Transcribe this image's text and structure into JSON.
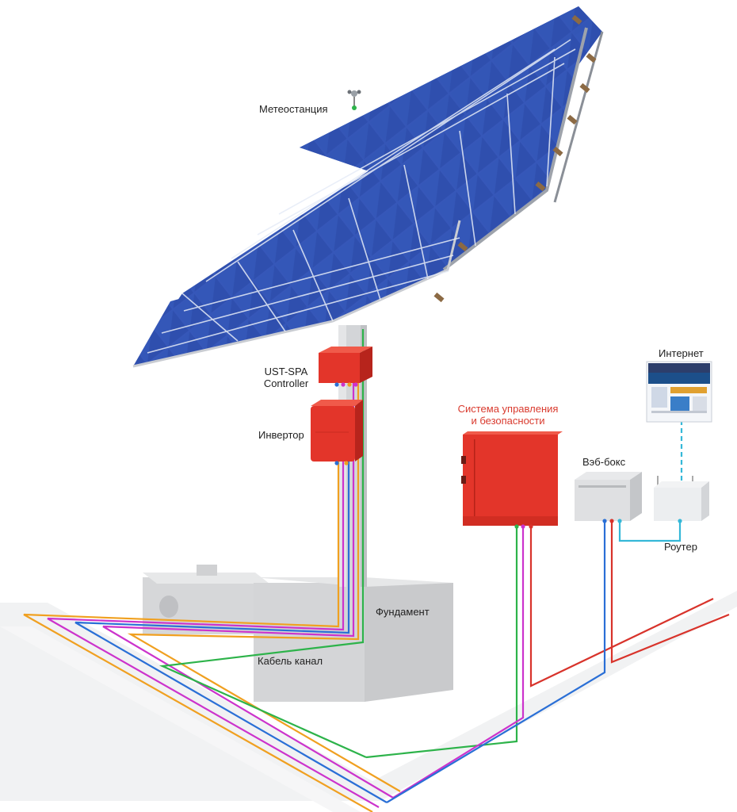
{
  "colors": {
    "panel_blue": "#3556b8",
    "panel_cell_line": "#e8eef8",
    "frame": "#c9ccd2",
    "equipment_red": "#e3352a",
    "concrete": "#d9dadc",
    "cable_orange": "#f0a020",
    "cable_magenta": "#cc33cc",
    "cable_blue": "#2a6fd6",
    "cable_green": "#2db34a",
    "cable_red": "#d8332b",
    "network_cyan": "#35b8d8"
  },
  "labels": {
    "weather_station": "Метеостанция",
    "controller_line1": "UST-SPA",
    "controller_line2": "Controller",
    "inverter": "Инвертор",
    "control_system_line1": "Система управления",
    "control_system_line2": "и безопасности",
    "internet": "Интернет",
    "web_box": "Вэб-бокс",
    "router": "Роутер",
    "foundation": "Фундамент",
    "cable_channel": "Кабель канал"
  },
  "icons": {
    "weather_station": "anemometer-icon",
    "internet": "browser-window-icon",
    "router": "router-icon",
    "web_box": "network-box-icon"
  }
}
